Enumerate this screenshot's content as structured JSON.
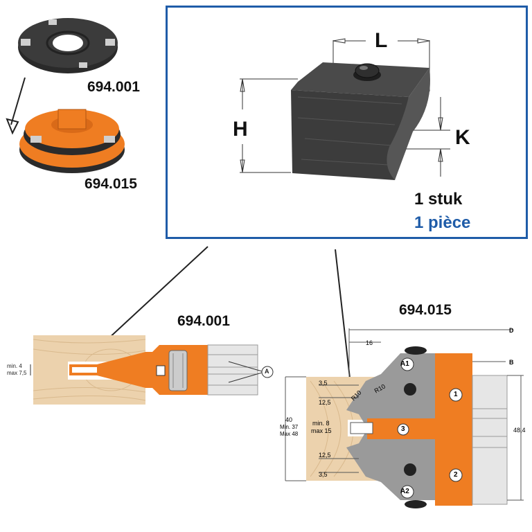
{
  "products": {
    "top_code": "694.001",
    "bottom_code": "694.015"
  },
  "detail": {
    "dim_L": "L",
    "dim_H": "H",
    "dim_K": "K",
    "qty_nl": "1 stuk",
    "qty_fr": "1 pièce",
    "qty_fr_color": "#1f5ca8"
  },
  "left_drawing": {
    "title": "694.001",
    "min_label": "min. 4",
    "max_label": "max 7,5",
    "callout": "A"
  },
  "right_drawing": {
    "title": "694.015",
    "dim_D": "D",
    "dim_B": "B",
    "dim_16": "16",
    "dim_40": "40",
    "dim_min37": "Min. 37",
    "dim_max48": "Max 48",
    "dim_35_top": "3,5",
    "dim_125_top": "12,5",
    "dim_125_bottom": "12,5",
    "dim_35_bottom": "3,5",
    "min8": "min. 8",
    "max15": "max 15",
    "r10_a": "R10",
    "r10_b": "R10",
    "dim_484": "48,4",
    "label_A1": "A1",
    "label_A2": "A2",
    "marker_1": "1",
    "marker_2": "2",
    "marker_3": "3"
  },
  "colors": {
    "orange": "#ef7d22",
    "wood": "#ecd2ad",
    "grey": "#9a9a9a",
    "frame": "#1f5ca8"
  }
}
